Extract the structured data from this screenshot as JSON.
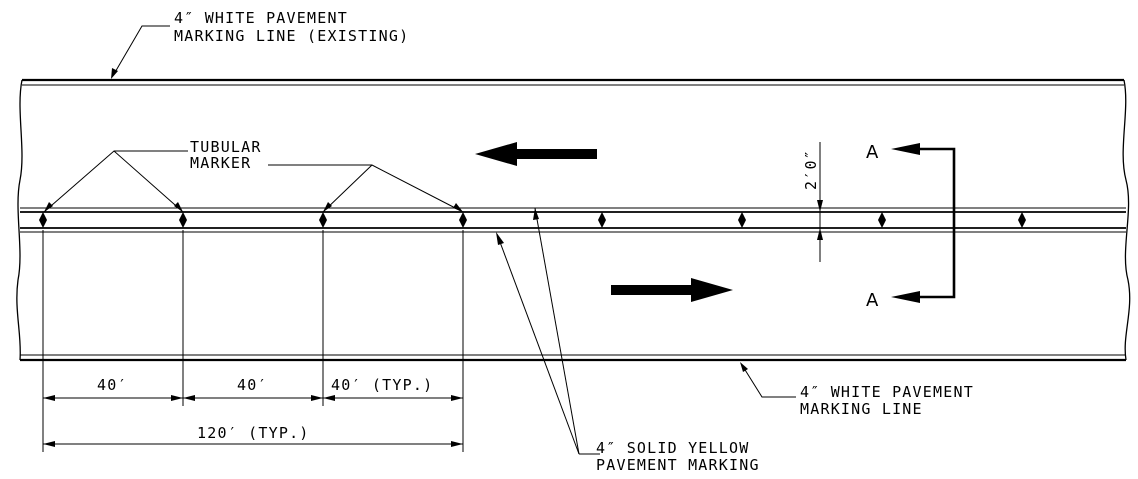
{
  "labels": {
    "white_existing_1": "4″ WHITE PAVEMENT",
    "white_existing_2": "MARKING LINE (EXISTING)",
    "tubular_1": "TUBULAR",
    "tubular_2": "MARKER",
    "offset": "2′0″",
    "section_a_top": "A",
    "section_a_bottom": "A",
    "white_bottom_1": "4″ WHITE PAVEMENT",
    "white_bottom_2": "MARKING LINE",
    "yellow_1": "4″ SOLID YELLOW",
    "yellow_2": "PAVEMENT MARKING",
    "dim_40_a": "40′",
    "dim_40_b": "40′",
    "dim_40_typ": "40′ (TYP.)",
    "dim_120": "120′ (TYP.)"
  },
  "markers": {
    "count": 8,
    "spacing_ft": 40
  },
  "arrows": {
    "upper_lane": "left",
    "lower_lane": "right"
  },
  "colors": {
    "ink": "#000000",
    "background": "#ffffff"
  }
}
